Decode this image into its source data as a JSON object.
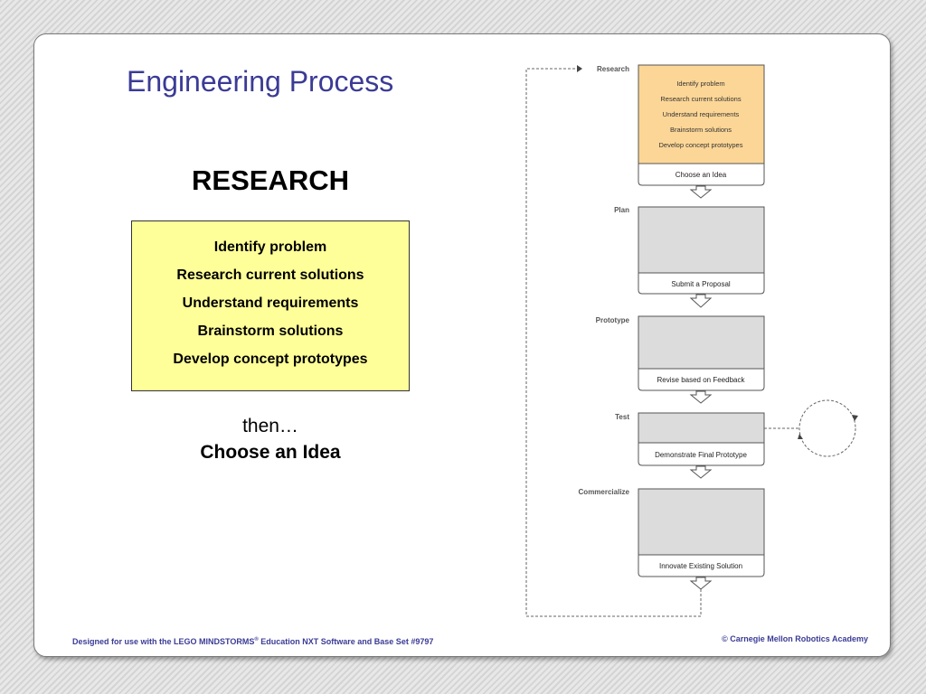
{
  "slide": {
    "title": "Engineering Process",
    "heading": "RESEARCH",
    "research_items": [
      "Identify problem",
      "Research current solutions",
      "Understand requirements",
      "Brainstorm solutions",
      "Develop concept prototypes"
    ],
    "then_label": "then…",
    "choose_label": "Choose an Idea"
  },
  "diagram": {
    "stages": [
      {
        "label": "Research",
        "outcome": "Choose an Idea",
        "highlighted": true,
        "items": [
          "Identify problem",
          "Research current solutions",
          "Understand requirements",
          "Brainstorm solutions",
          "Develop concept prototypes"
        ]
      },
      {
        "label": "Plan",
        "outcome": "Submit a Proposal",
        "highlighted": false,
        "items": []
      },
      {
        "label": "Prototype",
        "outcome": "Revise based on Feedback",
        "highlighted": false,
        "items": []
      },
      {
        "label": "Test",
        "outcome": "Demonstrate Final Prototype",
        "highlighted": false,
        "items": []
      },
      {
        "label": "Commercialize",
        "outcome": "Innovate Existing Solution",
        "highlighted": false,
        "items": []
      }
    ],
    "colors": {
      "highlight": "#fcd696",
      "stage_fill": "#dcdcdc",
      "border": "#555555",
      "yellow_box": "#ffff99",
      "title": "#3b3b96"
    }
  },
  "footer": {
    "left_before": "Designed for use with the LEGO MINDSTORMS",
    "left_reg": "®",
    "left_after": " Education NXT Software and Base Set #9797",
    "right": "©  Carnegie Mellon Robotics Academy"
  }
}
